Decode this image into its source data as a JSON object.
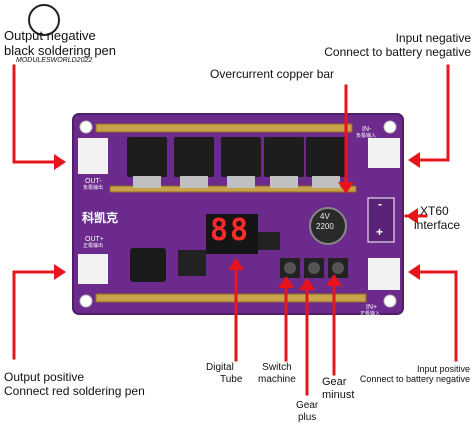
{
  "brand": {
    "text": "MODULESWORLD2022"
  },
  "labels": {
    "out_neg_l1": "Output negative",
    "out_neg_l2": "black soldering pen",
    "in_neg_l1": "Input negative",
    "in_neg_l2": "Connect to battery negative",
    "copper": "Overcurrent copper bar",
    "xt60_l1": "XT60",
    "xt60_l2": "interface",
    "out_pos_l1": "Output positive",
    "out_pos_l2": "Connect red soldering pen",
    "digital_l1": "Digital",
    "digital_l2": "Tube",
    "switch_l1": "Switch",
    "switch_l2": "machine",
    "gear_plus_l1": "Gear",
    "gear_plus_l2": "plus",
    "gear_minus_l1": "Gear",
    "gear_minus_l2": "minust",
    "in_pos_l1": "Input positive",
    "in_pos_l2": "Connect to battery negative"
  },
  "board": {
    "silk_out_neg": "OUT-",
    "silk_out_neg_sub": "负极输出",
    "silk_out_pos": "OUT+",
    "silk_out_pos_sub": "正极输出",
    "silk_in_neg": "IN-",
    "silk_in_neg_sub": "负极输入",
    "silk_in_pos": "IN+",
    "silk_in_pos_sub": "正极输入",
    "silk_brand": "科凯克",
    "display_digits": "88",
    "cap_text_l1": "4V",
    "cap_text_l2": "2200",
    "xt60_minus": "-",
    "xt60_plus": "+"
  },
  "colors": {
    "pcb": "#6b2a8c",
    "arrow": "#e8141c",
    "copper": "#c9a24a"
  }
}
